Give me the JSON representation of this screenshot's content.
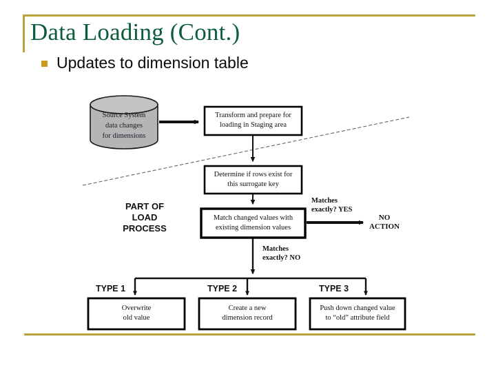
{
  "slide": {
    "title": "Data Loading (Cont.)",
    "bullet": "Updates to dimension table",
    "bullet_marker": "square-bullet-icon",
    "accent_color": "#b8a53a",
    "title_color": "#0b5d3b",
    "bullet_marker_color": "#c99a1e"
  },
  "diagram": {
    "type": "flowchart",
    "source": {
      "shape": "cylinder",
      "fill": "#b5b5b5",
      "lines": [
        "Source System",
        "data changes",
        "for dimensions"
      ]
    },
    "process_boxes": [
      {
        "id": "transform",
        "lines": [
          "Transform and prepare for",
          "loading in Staging area"
        ]
      },
      {
        "id": "determine",
        "lines": [
          "Determine if rows exist for",
          "this surrogate key"
        ]
      },
      {
        "id": "match",
        "lines": [
          "Match changed values with",
          "existing dimension values"
        ]
      }
    ],
    "edge_labels": [
      {
        "id": "yes-branch",
        "lines": [
          "Matches",
          "exactly? YES"
        ]
      },
      {
        "id": "no-branch",
        "lines": [
          "Matches",
          "exactly? NO"
        ]
      }
    ],
    "terminal": {
      "id": "no-action",
      "lines": [
        "NO",
        "ACTION"
      ]
    },
    "group_label": {
      "id": "part-of-load-process",
      "lines": [
        "PART OF",
        "LOAD",
        "PROCESS"
      ]
    },
    "outcomes": [
      {
        "type_label": "TYPE 1",
        "lines": [
          "Overwrite",
          "old value"
        ]
      },
      {
        "type_label": "TYPE 2",
        "lines": [
          "Create a new",
          "dimension record"
        ]
      },
      {
        "type_label": "TYPE 3",
        "lines": [
          "Push down changed value",
          "to “old” attribute field"
        ]
      }
    ]
  }
}
